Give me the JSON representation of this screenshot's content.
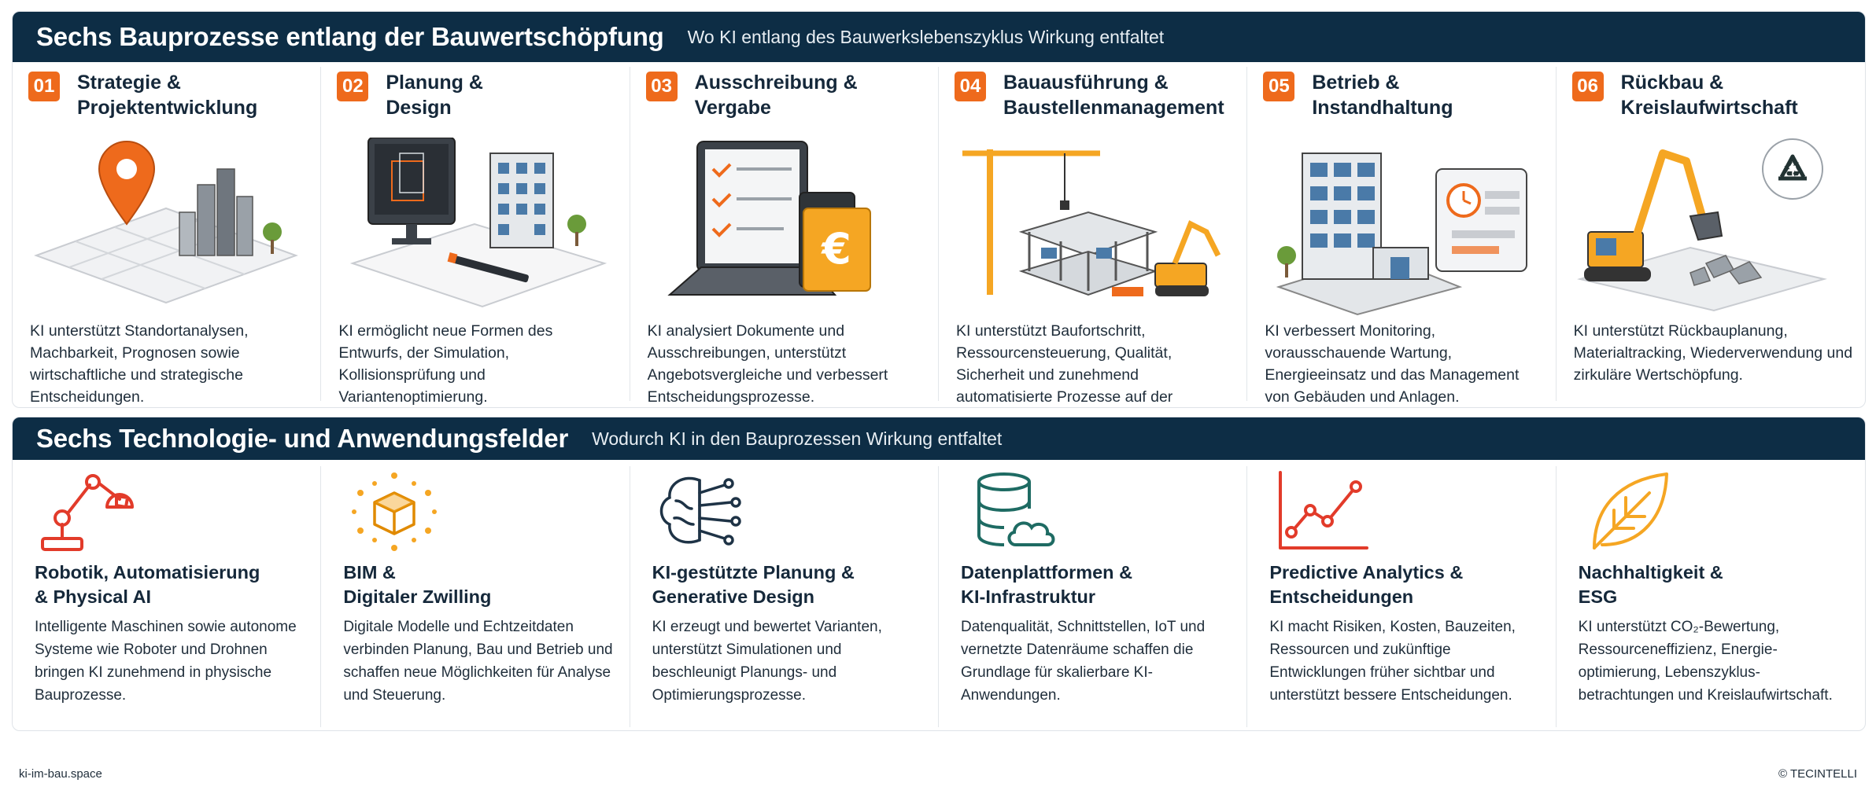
{
  "colors": {
    "navy": "#0d2d45",
    "accent": "#ee6a1c",
    "gold": "#f5a623",
    "teal": "#1e6b63",
    "red": "#e23b2a"
  },
  "processes_band": {
    "title": "Sechs Bauprozesse entlang der Bauwertschöpfung",
    "subtitle": "Wo KI entlang des Bauwerkslebenszyklus Wirkung entfaltet"
  },
  "processes": [
    {
      "num": "01",
      "title": "Strategie &\nProjektentwicklung",
      "icon": "map-pin-city-illustration",
      "text": "KI unterstützt Standortanalysen, Machbarkeit, Prognosen sowie wirtschaftliche und strategische Entscheidungen."
    },
    {
      "num": "02",
      "title": "Planung &\nDesign",
      "icon": "bim-monitor-illustration",
      "text": "KI ermöglicht neue Formen des Entwurfs, der Simulation, Kollisionsprüfung und Variantenoptimierung."
    },
    {
      "num": "03",
      "title": "Ausschreibung &\nVergabe",
      "icon": "laptop-checklist-illustration",
      "text": "KI analysiert Dokumente und Ausschreibungen, unterstützt Angebotsvergleiche und verbessert Entscheidungsprozesse."
    },
    {
      "num": "04",
      "title": "Bauausführung &\nBaustellenmanagement",
      "icon": "crane-construction-illustration",
      "text": "KI unterstützt Baufortschritt, Ressourcensteuerung, Qualität, Sicherheit und zunehmend automatisierte Prozesse auf der Baustelle."
    },
    {
      "num": "05",
      "title": "Betrieb &\nInstandhaltung",
      "icon": "building-monitoring-illustration",
      "text": "KI verbessert Monitoring, vorausschauende Wartung, Energieeinsatz und das Management von Gebäuden und Anlagen."
    },
    {
      "num": "06",
      "title": "Rückbau &\nKreislaufwirtschaft",
      "icon": "excavator-recycle-illustration",
      "text": "KI unterstützt Rückbauplanung, Materialtracking, Wiederverwendung und zirkuläre Wertschöpfung."
    }
  ],
  "tech_band": {
    "title": "Sechs Technologie- und Anwendungsfelder",
    "subtitle": "Wodurch KI in den Bauprozessen Wirkung entfaltet"
  },
  "tech": [
    {
      "title": "Robotik, Automatisierung\n& Physical AI",
      "icon": "robot-arm-icon",
      "text": "Intelligente Maschinen sowie autonome Systeme wie Roboter und Drohnen bringen KI zunehmend in physische Bauprozesse."
    },
    {
      "title": "BIM &\nDigitaler Zwilling",
      "icon": "cube-network-icon",
      "text": "Digitale Modelle und Echtzeitdaten verbinden Planung, Bau und Betrieb und schaffen neue Möglichkeiten für Analyse und Steuerung."
    },
    {
      "title": "KI-gestützte Planung &\nGenerative Design",
      "icon": "brain-circuit-icon",
      "text": "KI erzeugt und bewertet Varianten, unterstützt Simulationen und beschleunigt Planungs- und Optimierungsprozesse."
    },
    {
      "title": "Datenplattformen &\nKI-Infrastruktur",
      "icon": "database-cloud-icon",
      "text": "Datenqualität, Schnittstellen, IoT und vernetzte Datenräume schaffen die Grundlage für skalierbare KI-Anwendungen."
    },
    {
      "title": "Predictive Analytics &\nEntscheidungen",
      "icon": "line-chart-icon",
      "text": "KI macht Risiken, Kosten, Bauzeiten, Ressourcen und zukünftige Entwicklungen früher sichtbar und unterstützt bessere Entscheidungen."
    },
    {
      "title": "Nachhaltigkeit &\nESG",
      "icon": "leaf-icon",
      "text": "KI unterstützt CO₂-Bewertung, Ressourceneffizienz, Energie-optimierung, Lebenszyklus-betrachtungen und Kreislaufwirtschaft."
    }
  ],
  "footer": {
    "left": "ki-im-bau.space",
    "right": "© TECINTELLI"
  }
}
